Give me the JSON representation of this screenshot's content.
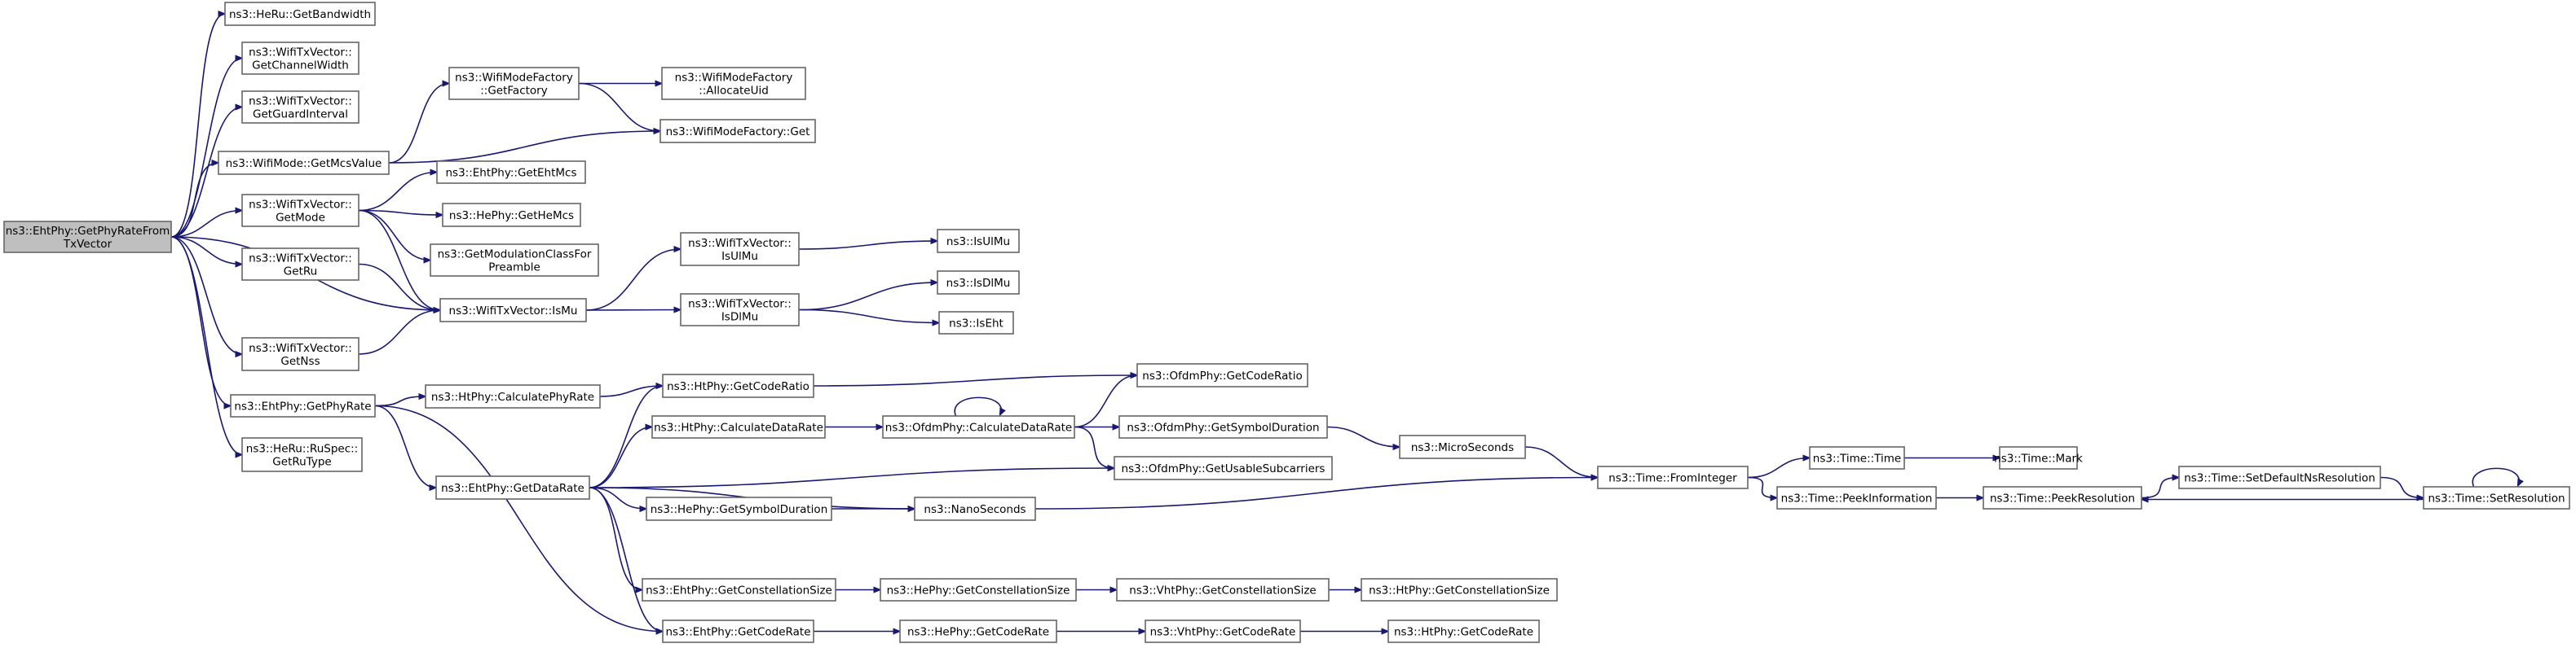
{
  "graph": {
    "nodes": [
      {
        "id": "n0",
        "lines": [
          "ns3::EhtPhy::GetPhyRateFrom",
          "TxVector"
        ],
        "root": true
      },
      {
        "id": "n1",
        "lines": [
          "ns3::HeRu::GetBandwidth"
        ]
      },
      {
        "id": "n2",
        "lines": [
          "ns3::WifiTxVector::",
          "GetChannelWidth"
        ]
      },
      {
        "id": "n3",
        "lines": [
          "ns3::WifiTxVector::",
          "GetGuardInterval"
        ]
      },
      {
        "id": "n4",
        "lines": [
          "ns3::WifiMode::GetMcsValue"
        ]
      },
      {
        "id": "n5",
        "lines": [
          "ns3::WifiTxVector::",
          "GetMode"
        ]
      },
      {
        "id": "n6",
        "lines": [
          "ns3::WifiTxVector::",
          "GetRu"
        ]
      },
      {
        "id": "n7",
        "lines": [
          "ns3::WifiTxVector::IsMu"
        ]
      },
      {
        "id": "n8",
        "lines": [
          "ns3::WifiTxVector::",
          "GetNss"
        ]
      },
      {
        "id": "n9",
        "lines": [
          "ns3::EhtPhy::GetPhyRate"
        ]
      },
      {
        "id": "n10",
        "lines": [
          "ns3::HeRu::RuSpec::",
          "GetRuType"
        ]
      },
      {
        "id": "n11",
        "lines": [
          "ns3::WifiModeFactory",
          "::GetFactory"
        ]
      },
      {
        "id": "n12",
        "lines": [
          "ns3::WifiModeFactory",
          "::AllocateUid"
        ]
      },
      {
        "id": "n13",
        "lines": [
          "ns3::WifiModeFactory::Get"
        ]
      },
      {
        "id": "n14",
        "lines": [
          "ns3::EhtPhy::GetEhtMcs"
        ]
      },
      {
        "id": "n15",
        "lines": [
          "ns3::HePhy::GetHeMcs"
        ]
      },
      {
        "id": "n16",
        "lines": [
          "ns3::GetModulationClassFor",
          "Preamble"
        ]
      },
      {
        "id": "n17",
        "lines": [
          "ns3::WifiTxVector::",
          "IsUlMu"
        ]
      },
      {
        "id": "n18",
        "lines": [
          "ns3::IsUlMu"
        ]
      },
      {
        "id": "n19",
        "lines": [
          "ns3::WifiTxVector::",
          "IsDlMu"
        ]
      },
      {
        "id": "n20",
        "lines": [
          "ns3::IsDlMu"
        ]
      },
      {
        "id": "n21",
        "lines": [
          "ns3::IsEht"
        ]
      },
      {
        "id": "n22",
        "lines": [
          "ns3::HtPhy::CalculatePhyRate"
        ]
      },
      {
        "id": "n23",
        "lines": [
          "ns3::EhtPhy::GetDataRate"
        ]
      },
      {
        "id": "n24",
        "lines": [
          "ns3::EhtPhy::GetCodeRate"
        ]
      },
      {
        "id": "n25",
        "lines": [
          "ns3::HtPhy::GetCodeRatio"
        ]
      },
      {
        "id": "n26",
        "lines": [
          "ns3::HtPhy::CalculateDataRate"
        ]
      },
      {
        "id": "n27",
        "lines": [
          "ns3::OfdmPhy::CalculateDataRate"
        ]
      },
      {
        "id": "n28",
        "lines": [
          "ns3::OfdmPhy::GetCodeRatio"
        ]
      },
      {
        "id": "n29",
        "lines": [
          "ns3::OfdmPhy::GetSymbolDuration"
        ]
      },
      {
        "id": "n30",
        "lines": [
          "ns3::OfdmPhy::GetUsableSubcarriers"
        ]
      },
      {
        "id": "n31",
        "lines": [
          "ns3::HePhy::GetSymbolDuration"
        ]
      },
      {
        "id": "n32",
        "lines": [
          "ns3::NanoSeconds"
        ]
      },
      {
        "id": "n33",
        "lines": [
          "ns3::EhtPhy::GetConstellationSize"
        ]
      },
      {
        "id": "n34",
        "lines": [
          "ns3::HePhy::GetConstellationSize"
        ]
      },
      {
        "id": "n35",
        "lines": [
          "ns3::VhtPhy::GetConstellationSize"
        ]
      },
      {
        "id": "n36",
        "lines": [
          "ns3::HtPhy::GetConstellationSize"
        ]
      },
      {
        "id": "n37",
        "lines": [
          "ns3::HePhy::GetCodeRate"
        ]
      },
      {
        "id": "n38",
        "lines": [
          "ns3::VhtPhy::GetCodeRate"
        ]
      },
      {
        "id": "n39",
        "lines": [
          "ns3::HtPhy::GetCodeRate"
        ]
      },
      {
        "id": "n40",
        "lines": [
          "ns3::MicroSeconds"
        ]
      },
      {
        "id": "n41",
        "lines": [
          "ns3::Time::FromInteger"
        ]
      },
      {
        "id": "n42",
        "lines": [
          "ns3::Time::Time"
        ]
      },
      {
        "id": "n43",
        "lines": [
          "ns3::Time::Mark"
        ]
      },
      {
        "id": "n44",
        "lines": [
          "ns3::Time::PeekInformation"
        ]
      },
      {
        "id": "n45",
        "lines": [
          "ns3::Time::PeekResolution"
        ]
      },
      {
        "id": "n46",
        "lines": [
          "ns3::Time::SetDefaultNsResolution"
        ]
      },
      {
        "id": "n47",
        "lines": [
          "ns3::Time::SetResolution"
        ]
      }
    ],
    "edges": [
      [
        "n0",
        "n1"
      ],
      [
        "n0",
        "n2"
      ],
      [
        "n0",
        "n3"
      ],
      [
        "n0",
        "n4"
      ],
      [
        "n0",
        "n5"
      ],
      [
        "n0",
        "n6"
      ],
      [
        "n0",
        "n7"
      ],
      [
        "n0",
        "n8"
      ],
      [
        "n0",
        "n9"
      ],
      [
        "n0",
        "n10"
      ],
      [
        "n4",
        "n11"
      ],
      [
        "n4",
        "n13"
      ],
      [
        "n11",
        "n12"
      ],
      [
        "n11",
        "n13"
      ],
      [
        "n5",
        "n14"
      ],
      [
        "n5",
        "n15"
      ],
      [
        "n5",
        "n16"
      ],
      [
        "n5",
        "n7"
      ],
      [
        "n6",
        "n7"
      ],
      [
        "n8",
        "n7"
      ],
      [
        "n7",
        "n17"
      ],
      [
        "n7",
        "n19"
      ],
      [
        "n17",
        "n18"
      ],
      [
        "n19",
        "n20"
      ],
      [
        "n19",
        "n21"
      ],
      [
        "n9",
        "n22"
      ],
      [
        "n9",
        "n23"
      ],
      [
        "n9",
        "n24"
      ],
      [
        "n22",
        "n25"
      ],
      [
        "n23",
        "n25"
      ],
      [
        "n23",
        "n26"
      ],
      [
        "n23",
        "n30"
      ],
      [
        "n23",
        "n31"
      ],
      [
        "n23",
        "n32"
      ],
      [
        "n23",
        "n33"
      ],
      [
        "n23",
        "n24"
      ],
      [
        "n25",
        "n28"
      ],
      [
        "n26",
        "n27"
      ],
      [
        "n27",
        "n27"
      ],
      [
        "n27",
        "n28"
      ],
      [
        "n27",
        "n29"
      ],
      [
        "n27",
        "n30"
      ],
      [
        "n29",
        "n40"
      ],
      [
        "n31",
        "n32"
      ],
      [
        "n33",
        "n34"
      ],
      [
        "n34",
        "n35"
      ],
      [
        "n35",
        "n36"
      ],
      [
        "n24",
        "n37"
      ],
      [
        "n37",
        "n38"
      ],
      [
        "n38",
        "n39"
      ],
      [
        "n40",
        "n41"
      ],
      [
        "n32",
        "n41"
      ],
      [
        "n41",
        "n42"
      ],
      [
        "n41",
        "n44"
      ],
      [
        "n42",
        "n43"
      ],
      [
        "n44",
        "n45"
      ],
      [
        "n45",
        "n46"
      ],
      [
        "n46",
        "n47"
      ],
      [
        "n47",
        "n45"
      ],
      [
        "n47",
        "n47"
      ]
    ]
  }
}
